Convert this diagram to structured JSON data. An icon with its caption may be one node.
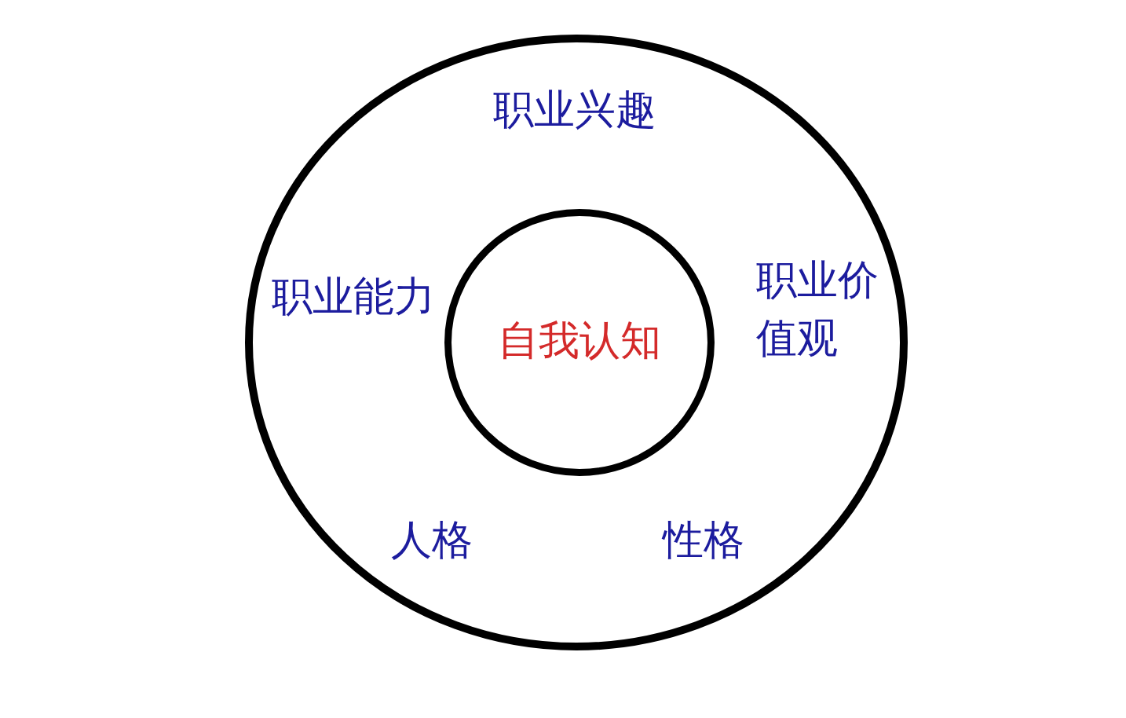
{
  "diagram": {
    "nodes": [
      {
        "text": [
          "职业兴趣",
          "职业能力",
          "职业价值观",
          "人格",
          "性格"
        ]
      },
      {
        "text": [
          "自我认知"
        ],
        "in": 0
      }
    ]
  }
}
